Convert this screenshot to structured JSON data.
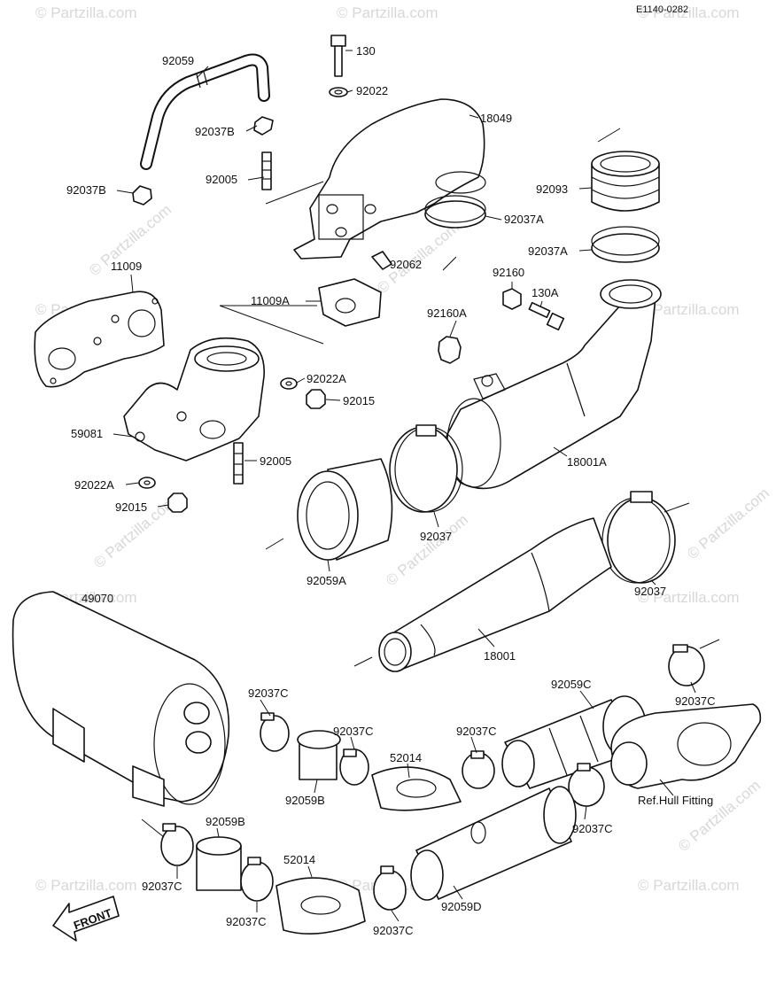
{
  "doc_code": "E1140-0282",
  "watermark": "© Partzilla.com",
  "front_label": "FRONT",
  "labels": {
    "l92059": "92059",
    "l130": "130",
    "l92022": "92022",
    "l18049": "18049",
    "l92037B_a": "92037B",
    "l92005_a": "92005",
    "l92037B_b": "92037B",
    "l92093": "92093",
    "l92037A_a": "92037A",
    "l92037A_b": "92037A",
    "l92062": "92062",
    "l92160": "92160",
    "l130A": "130A",
    "l11009": "11009",
    "l11009A": "11009A",
    "l92160A": "92160A",
    "l92022A_a": "92022A",
    "l92015_a": "92015",
    "l59081": "59081",
    "l92005_b": "92005",
    "l18001A": "18001A",
    "l92022A_b": "92022A",
    "l92015_b": "92015",
    "l92037_a": "92037",
    "l92059A": "92059A",
    "l92037_b": "92037",
    "l49070": "49070",
    "l18001": "18001",
    "l92059C": "92059C",
    "l92037C_a": "92037C",
    "l92037C_b": "92037C",
    "l92037C_c": "92037C",
    "l92037C_d": "92037C",
    "l52014_a": "52014",
    "l92059B_a": "92059B",
    "l92037C_e": "92037C",
    "l92059B_b": "92059B",
    "l52014_b": "52014",
    "l92037C_f": "92037C",
    "l92059D": "92059D",
    "l92037C_g": "92037C",
    "l92037C_h": "92037C",
    "l_ref": "Ref.Hull Fitting"
  }
}
